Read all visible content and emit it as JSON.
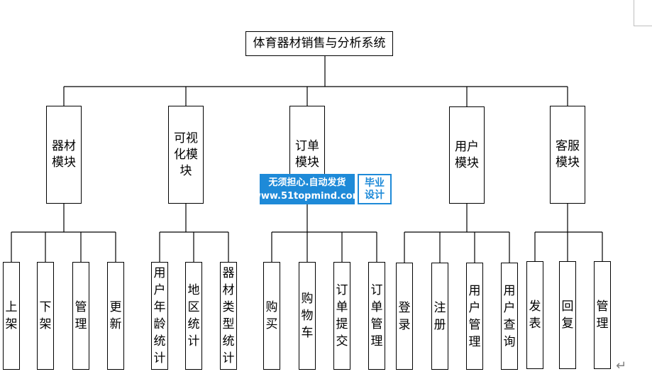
{
  "root": {
    "label": "体育器材销售与分析系统"
  },
  "modules": [
    {
      "label": "器材模块",
      "children": [
        "上架",
        "下架",
        "管理",
        "更新"
      ]
    },
    {
      "label": "可视化模块",
      "children": [
        "用户年龄统计",
        "地区统计",
        "器材类型统计"
      ]
    },
    {
      "label": "订单模块",
      "children": [
        "购买",
        "购物车",
        "订单提交",
        "订单管理"
      ]
    },
    {
      "label": "用户模块",
      "children": [
        "登录",
        "注册",
        "用户管理",
        "用户查询"
      ]
    },
    {
      "label": "客服模块",
      "children": [
        "发表",
        "回复",
        "管理"
      ]
    }
  ],
  "watermark": {
    "line1": "无须担心.自动发货",
    "line2": "www.51topmind.com",
    "badge": "毕业设计"
  },
  "editor": {
    "return_mark": "↵"
  }
}
